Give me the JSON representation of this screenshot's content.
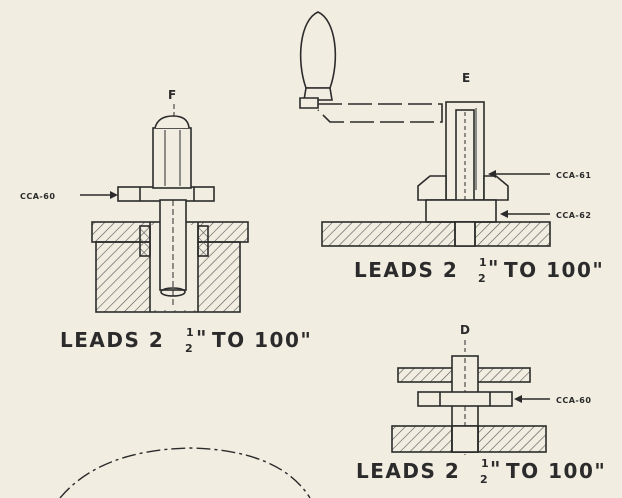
{
  "views": {
    "F": {
      "label": "F",
      "part": "CCA-60",
      "leads": {
        "prefix": "LEADS 2",
        "frac_top": "1",
        "frac_bottom": "2",
        "quote": "\"",
        "suffix": "TO 100\""
      }
    },
    "E": {
      "label": "E",
      "parts": [
        "CCA-61",
        "CCA-62"
      ],
      "leads": {
        "prefix": "LEADS 2",
        "frac_top": "1",
        "frac_bottom": "2",
        "quote": "\"",
        "suffix": "TO 100\""
      }
    },
    "D": {
      "label": "D",
      "part": "CCA-60",
      "leads": {
        "prefix": "LEADS 2",
        "frac_top": "1",
        "frac_bottom": "2",
        "quote": "\"",
        "suffix": "TO 100\""
      }
    }
  },
  "colors": {
    "paper": "#f1ede1",
    "ink": "#2b2b2b",
    "hatch": "#5a5a5a"
  }
}
